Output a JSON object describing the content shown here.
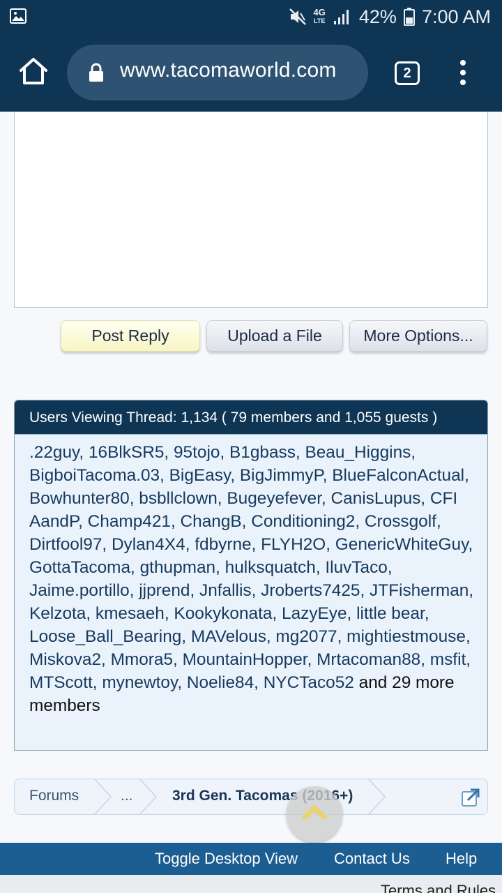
{
  "status_bar": {
    "battery": "42%",
    "time": "7:00 AM",
    "network_top": "4G",
    "network_bottom": "LTE"
  },
  "browser": {
    "url": "www.tacomaworld.com",
    "tab_count": "2"
  },
  "editor_buttons": {
    "post_reply": "Post Reply",
    "upload_file": "Upload a File",
    "more_options": "More Options..."
  },
  "users_viewing": {
    "header": "Users Viewing Thread: 1,134 ( 79 members and 1,055 guests )",
    "members_text": ".22guy, 16BlkSR5, 95tojo, B1gbass, Beau_Higgins, BigboiTacoma.03, BigEasy, BigJimmyP, BlueFalconActual, Bowhunter80, bsbllclown, Bugeyefever, CanisLupus, CFI AandP, Champ421, ChangB, Conditioning2, Crossgolf, Dirtfool97, Dylan4X4, fdbyrne, FLYH2O, GenericWhiteGuy, GottaTacoma, gthupman, hulksquatch, IluvTaco, Jaime.portillo, jjprend, Jnfallis, Jroberts7425, JTFisherman, Kelzota, kmesaeh, Kookykonata, LazyEye, little bear, Loose_Ball_Bearing, MAVelous, mg2077, mightiestmouse, Miskova2, Mmora5, MountainHopper, Mrtacoman88, msfit, MTScott, mynewtoy, Noelie84, NYCTaco52",
    "more_text": " and 29 more members"
  },
  "breadcrumb": {
    "forums": "Forums",
    "ellipsis": "...",
    "current": "3rd Gen. Tacomas (2016+)"
  },
  "footer": {
    "toggle_desktop": "Toggle Desktop View",
    "contact_us": "Contact Us",
    "help": "Help",
    "terms": "Terms and Rules"
  },
  "colors": {
    "header_navy": "#0f3555",
    "footer_blue": "#1d5e92",
    "post_reply_bg": "#f8f5c4"
  }
}
